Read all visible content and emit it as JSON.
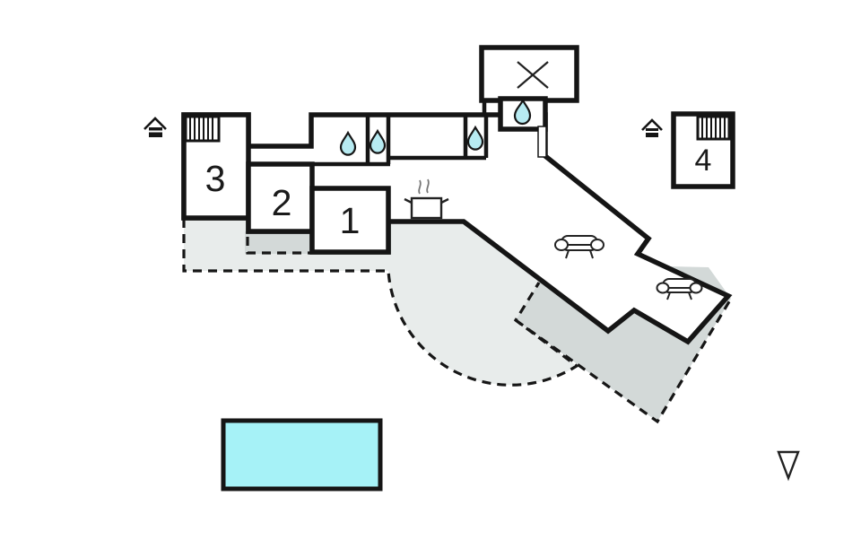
{
  "plan": {
    "title": "holiday-house-floor-plan",
    "rooms": [
      {
        "id": "bedroom-1",
        "label": "1"
      },
      {
        "id": "bedroom-2",
        "label": "2"
      },
      {
        "id": "bedroom-3",
        "label": "3"
      },
      {
        "id": "annex-room-4",
        "label": "4"
      }
    ],
    "icons": [
      "entrance-icon",
      "water-drop-icon",
      "cooking-pot-icon",
      "sofa-icon",
      "x-marker-icon",
      "stairs-hatch",
      "north-arrow-icon"
    ],
    "colors": {
      "wall": "#151515",
      "water_drop": "#b7ebf2",
      "pool": "#a6f2f7",
      "terrace_light": "#e8eceb",
      "terrace_dark": "#d3d9d8",
      "background": "#ffffff"
    }
  }
}
